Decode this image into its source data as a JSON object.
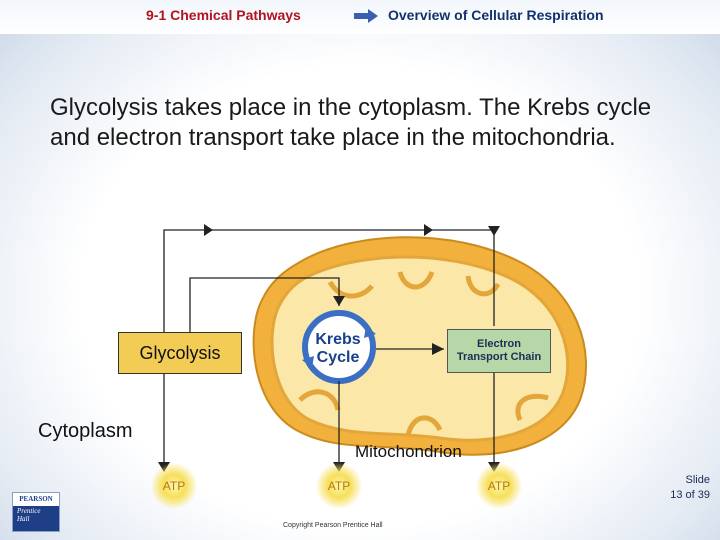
{
  "header": {
    "section_title": "9-1 Chemical Pathways",
    "slide_title": "Overview of Cellular Respiration"
  },
  "statement": "Glycolysis takes place in the cytoplasm. The Krebs cycle and electron transport take place in the mitochondria.",
  "diagram": {
    "glycolysis_label": "Glycolysis",
    "krebs_label_line1": "Krebs",
    "krebs_label_line2": "Cycle",
    "etc_label_line1": "Electron",
    "etc_label_line2": "Transport  Chain",
    "cytoplasm_label": "Cytoplasm",
    "mitochondrion_label": "Mitochondrion",
    "atp_labels": [
      "ATP",
      "ATP",
      "ATP"
    ]
  },
  "footer": {
    "slide_line1": "Slide",
    "slide_line2": "13 of 39",
    "copyright": "Copyright Pearson Prentice Hall",
    "logo_top": "PEARSON",
    "logo_bottom_line1": "Prentice",
    "logo_bottom_line2": "Hall"
  },
  "colors": {
    "section_title": "#b0141e",
    "slide_title": "#12326e",
    "mitochondrion_outer": "#f2b13c",
    "mitochondrion_inner": "#fbe7a8",
    "glycolysis_box": "#f3cc55",
    "etc_box": "#b6d7a8",
    "krebs_ring": "#3b6fc4"
  }
}
